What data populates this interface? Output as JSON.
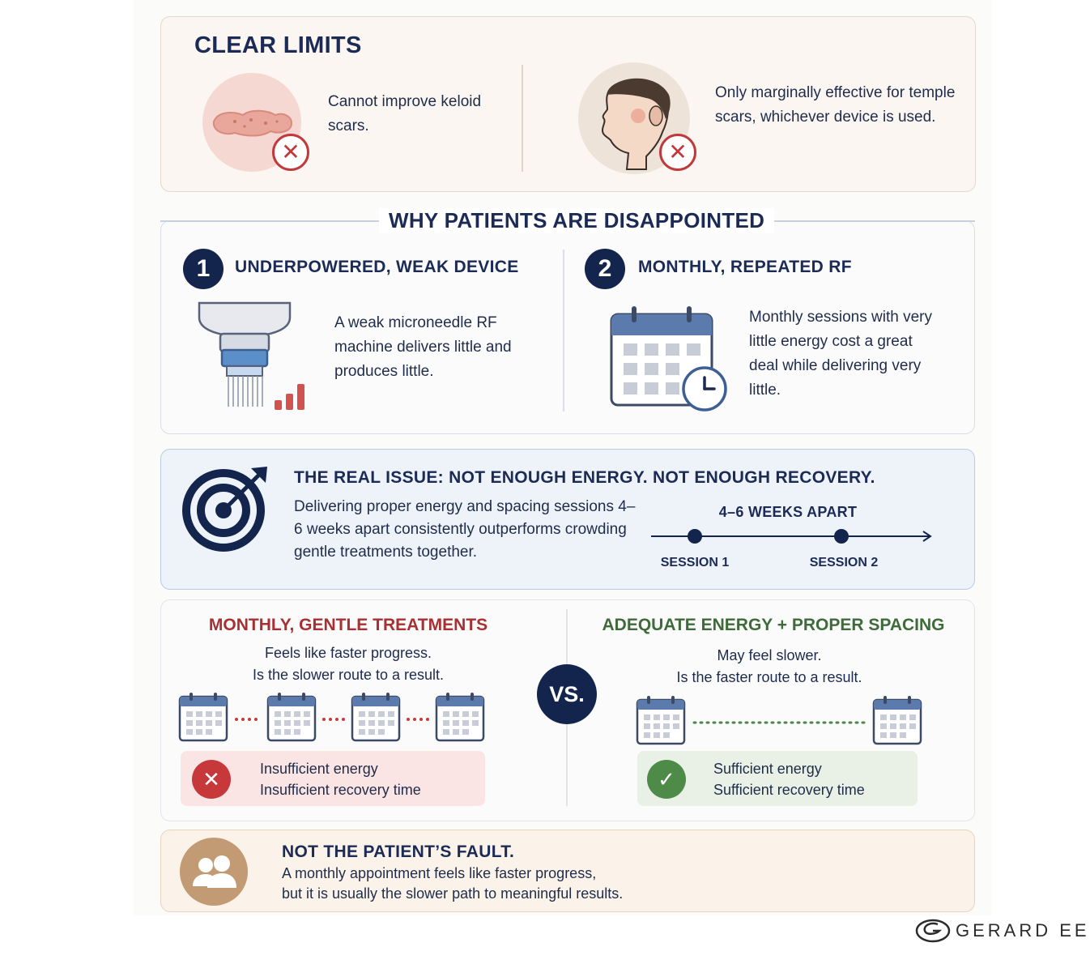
{
  "clear_limits": {
    "title": "CLEAR LIMITS",
    "keloid": {
      "text": "Cannot improve keloid scars.",
      "icon": "keloid-scar-icon"
    },
    "temple": {
      "text": "Only marginally effective for temple scars, whichever device is used.",
      "icon": "face-profile-icon"
    }
  },
  "why": {
    "title": "WHY PATIENTS ARE DISAPPOINTED",
    "items": [
      {
        "number": "1",
        "heading": "UNDERPOWERED, WEAK DEVICE",
        "text": "A weak microneedle RF machine delivers little and produces little.",
        "icon": "rf-device-icon"
      },
      {
        "number": "2",
        "heading": "MONTHLY, REPEATED RF",
        "text": "Monthly sessions with very little energy cost a great deal while delivering very little.",
        "icon": "calendar-clock-icon"
      }
    ]
  },
  "issue": {
    "heading": "THE REAL ISSUE: NOT ENOUGH ENERGY. NOT ENOUGH RECOVERY.",
    "text": "Delivering proper energy and spacing sessions 4–6 weeks apart consistently outperforms crowding gentle treatments together.",
    "timeline": {
      "label": "4–6 WEEKS APART",
      "session1": "SESSION 1",
      "session2": "SESSION 2"
    },
    "icon": "target-arrow-icon"
  },
  "compare": {
    "left": {
      "heading": "MONTHLY, GENTLE TREATMENTS",
      "line1": "Feels like faster progress.",
      "line2": "Is the slower route to a result.",
      "status1": "Insufficient energy",
      "status2": "Insufficient recovery time"
    },
    "vs": "VS.",
    "right": {
      "heading": "ADEQUATE ENERGY + PROPER SPACING",
      "line1": "May feel slower.",
      "line2": "Is the faster route to a result.",
      "status1": "Sufficient energy",
      "status2": "Sufficient recovery time"
    }
  },
  "fault": {
    "heading": "NOT THE PATIENT’S FAULT.",
    "line1": "A monthly appointment feels like faster progress,",
    "line2": "but it is usually the slower path to meaningful results.",
    "icon": "people-icon"
  },
  "brand": {
    "name": "GERARD EE",
    "icon": "gerard-ee-logo"
  },
  "colors": {
    "navy": "#13254d",
    "red": "#c0393b",
    "green": "#4e8a48",
    "tan": "#c29a73"
  }
}
